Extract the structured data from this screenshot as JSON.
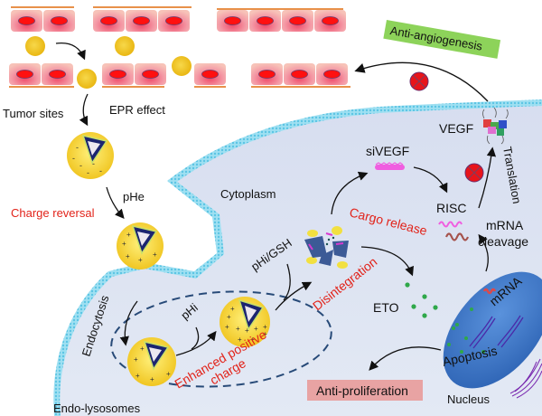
{
  "colors": {
    "cell_fill": "#f3a5a8",
    "cell_center": "#ef5a72",
    "nucleus_red": "#ff1010",
    "basement": "#e8914a",
    "nanoparticle": "#f0bc12",
    "cytoplasm": "#dbe3f1",
    "membrane": "#7fd3ea",
    "highlight_red": "#e2231a",
    "green_box": "#8dd35a",
    "pink_box": "#e8a3a3",
    "nucleus_blue": "#3e78c9",
    "sivegf": "#f05ee0",
    "eto_green": "#2fa84a"
  },
  "labels": {
    "tumor_sites": "Tumor sites",
    "epr_effect": "EPR effect",
    "anti_angiogenesis": "Anti-angiogenesis",
    "vegf": "VEGF",
    "translation": "Translation",
    "sivegf": "siVEGF",
    "risc": "RISC",
    "mrna_cleavage_1": "mRNA",
    "mrna_cleavage_2": "cleavage",
    "cytoplasm": "Cytoplasm",
    "phe": "pHe",
    "charge_reversal": "Charge reversal",
    "cargo_release": "Cargo release",
    "phi_gsh": "pHi/GSH",
    "disintegration": "Disintegration",
    "endocytosis": "Endocytosis",
    "phi": "pHi",
    "enhanced_1": "Enhanced positive",
    "enhanced_2": "charge",
    "endo_lysosomes": "Endo-lysosomes",
    "eto": "ETO",
    "mrna": "mRNA",
    "apoptosis": "Apoptosis",
    "nucleus": "Nucleus",
    "anti_proliferation": "Anti-proliferation"
  }
}
